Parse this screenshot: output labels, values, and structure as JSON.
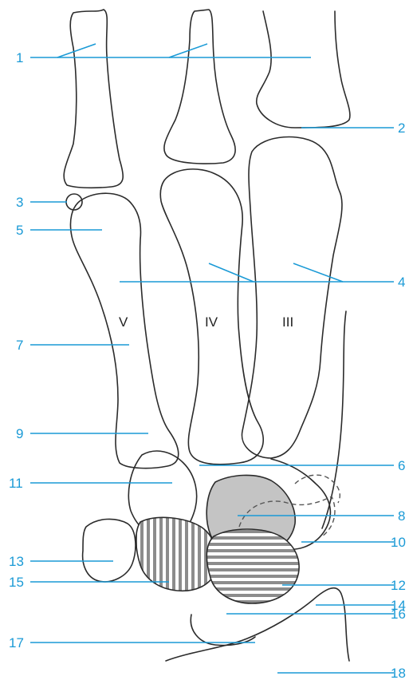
{
  "labels": {
    "l1": "1",
    "l2": "2",
    "l3": "3",
    "l4": "4",
    "l5": "5",
    "l6": "6",
    "l7": "7",
    "l8": "8",
    "l9": "9",
    "l10": "10",
    "l11": "11",
    "l12": "12",
    "l13": "13",
    "l14": "14",
    "l15": "15",
    "l16": "16",
    "l17": "17",
    "l18": "18"
  },
  "metacarpals": {
    "fifth": "V",
    "fourth": "IV",
    "third": "III"
  },
  "colors": {
    "leader": "#1a9ad6",
    "outline": "#2b2b2b",
    "shade_gray": "#c4c4c4",
    "stripe": "#8c8c8c"
  }
}
